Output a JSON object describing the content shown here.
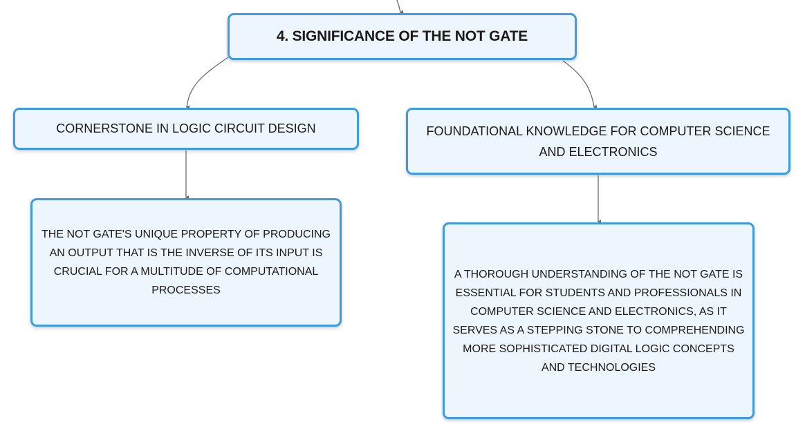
{
  "diagram": {
    "root": {
      "text": "4. SIGNIFICANCE OF THE NOT GATE"
    },
    "left": {
      "title": "CORNERSTONE IN LOGIC CIRCUIT DESIGN",
      "detail": "THE NOT GATE'S UNIQUE PROPERTY OF PRODUCING AN OUTPUT THAT IS THE INVERSE OF ITS INPUT IS CRUCIAL FOR A MULTITUDE OF COMPUTATIONAL PROCESSES"
    },
    "right": {
      "title": "FOUNDATIONAL KNOWLEDGE FOR COMPUTER SCIENCE AND ELECTRONICS",
      "detail": "A THOROUGH UNDERSTANDING OF THE NOT GATE IS ESSENTIAL FOR STUDENTS AND PROFESSIONALS IN COMPUTER SCIENCE AND ELECTRONICS, AS IT SERVES AS A STEPPING STONE TO COMPREHENDING MORE SOPHISTICATED DIGITAL LOGIC CONCEPTS AND TECHNOLOGIES"
    },
    "colors": {
      "node_border": "#3d9be0",
      "node_fill": "#eef6fd",
      "connector": "#6b6b6b",
      "text": "#1a1a1a"
    }
  }
}
